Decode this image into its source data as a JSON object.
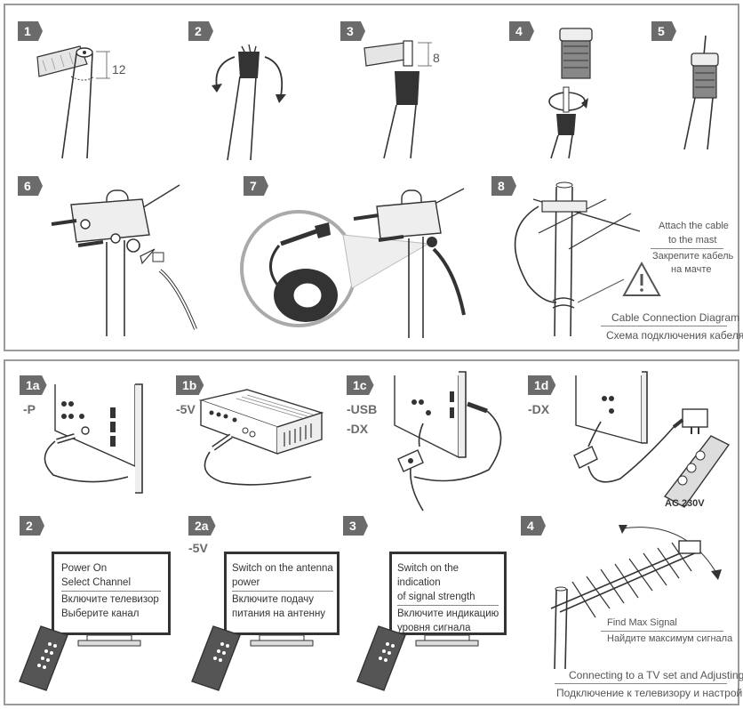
{
  "top": {
    "steps": [
      "1",
      "2",
      "3",
      "4",
      "5",
      "6",
      "7",
      "8"
    ],
    "dim_step1": "12",
    "dim_step3": "8",
    "attach_en_1": "Attach the cable",
    "attach_en_2": "to the mast",
    "attach_ru_1": "Закрепите кабель",
    "attach_ru_2": "на мачте",
    "caption_en": "Cable Connection Diagram",
    "caption_ru": "Схема подключения кабеля"
  },
  "bottom": {
    "steps": [
      "1a",
      "1b",
      "1c",
      "1d",
      "2",
      "2a",
      "3",
      "4"
    ],
    "mode_1a": "-P",
    "mode_1b": "-5V",
    "mode_1c_1": "-USB",
    "mode_1c_2": "-DX",
    "mode_1d": "-DX",
    "mode_2a": "-5V",
    "ac_label": "AC 230V",
    "tv1": {
      "en1": "Power On",
      "en2": "Select Channel",
      "ru1": "Включите телевизор",
      "ru2": "Выберите канал"
    },
    "tv2": {
      "en1": "Switch on the antenna",
      "en2": "power",
      "ru1": "Включите подачу",
      "ru2": "питания на антенну"
    },
    "tv3": {
      "en1": "Switch on the indication",
      "en2": "of signal strength",
      "ru1": "Включите индикацию",
      "ru2": "уровня сигнала"
    },
    "find_en": "Find Max Signal",
    "find_ru": "Найдите максимум сигнала",
    "caption_en": "Connecting to a TV set and Adjusting",
    "caption_ru": "Подключение к телевизору и настройка"
  }
}
